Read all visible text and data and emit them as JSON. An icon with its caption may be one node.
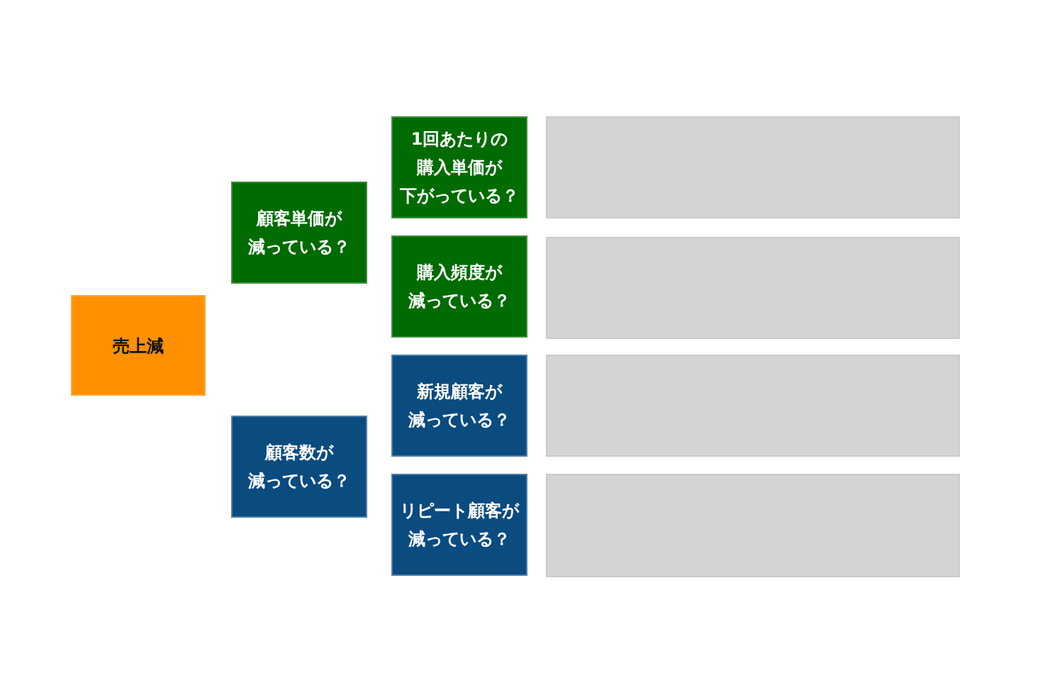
{
  "diagram": {
    "nodes": [
      {
        "text": [
          "売上減"
        ]
      },
      {
        "text": [
          "顧客単価が減っている？"
        ]
      },
      {
        "text": [
          "1回あたりの購入単価が下がっている？"
        ]
      },
      {
        "text": [
          "購入頻度が減っている？"
        ]
      },
      {
        "text": [
          "顧客数が減っている？"
        ]
      },
      {
        "text": [
          "新規顧客が減っている？"
        ]
      },
      {
        "text": [
          "リピート顧客が減っている？"
        ]
      },
      {
        "text": [],
        "shape": "box"
      },
      {
        "text": [],
        "shape": "box"
      },
      {
        "text": [],
        "shape": "box"
      },
      {
        "text": [],
        "shape": "box"
      }
    ]
  }
}
